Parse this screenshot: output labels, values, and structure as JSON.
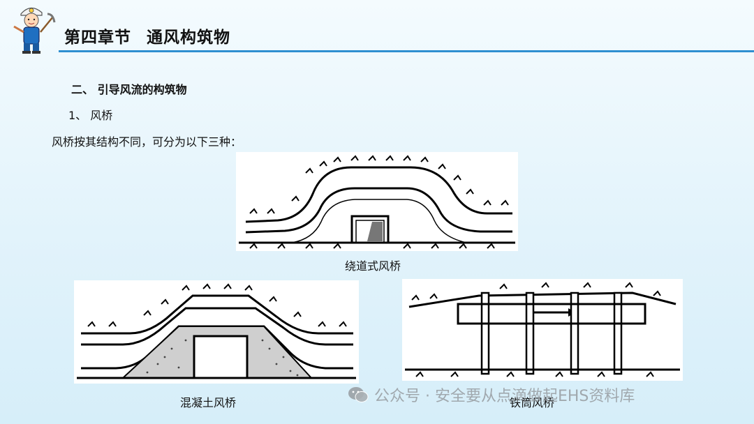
{
  "header": {
    "chapter": "第四章节",
    "title": "通风构筑物"
  },
  "content": {
    "section_heading": "二、 引导风流的构筑物",
    "sub_heading": "1、 风桥",
    "intro": "风桥按其结构不同，可分为以下三种："
  },
  "figures": [
    {
      "caption": "绕道式风桥",
      "icon": "bypass-air-bridge-diagram"
    },
    {
      "caption": "混凝土风桥",
      "icon": "concrete-air-bridge-diagram"
    },
    {
      "caption": "铁筒风桥",
      "icon": "iron-pipe-air-bridge-diagram"
    }
  ],
  "watermark": {
    "text": "公众号 · 安全要从点滴做起EHS资料库",
    "icon": "wechat-icon"
  },
  "colors": {
    "accent": "#2f8fd0",
    "text": "#111111"
  }
}
